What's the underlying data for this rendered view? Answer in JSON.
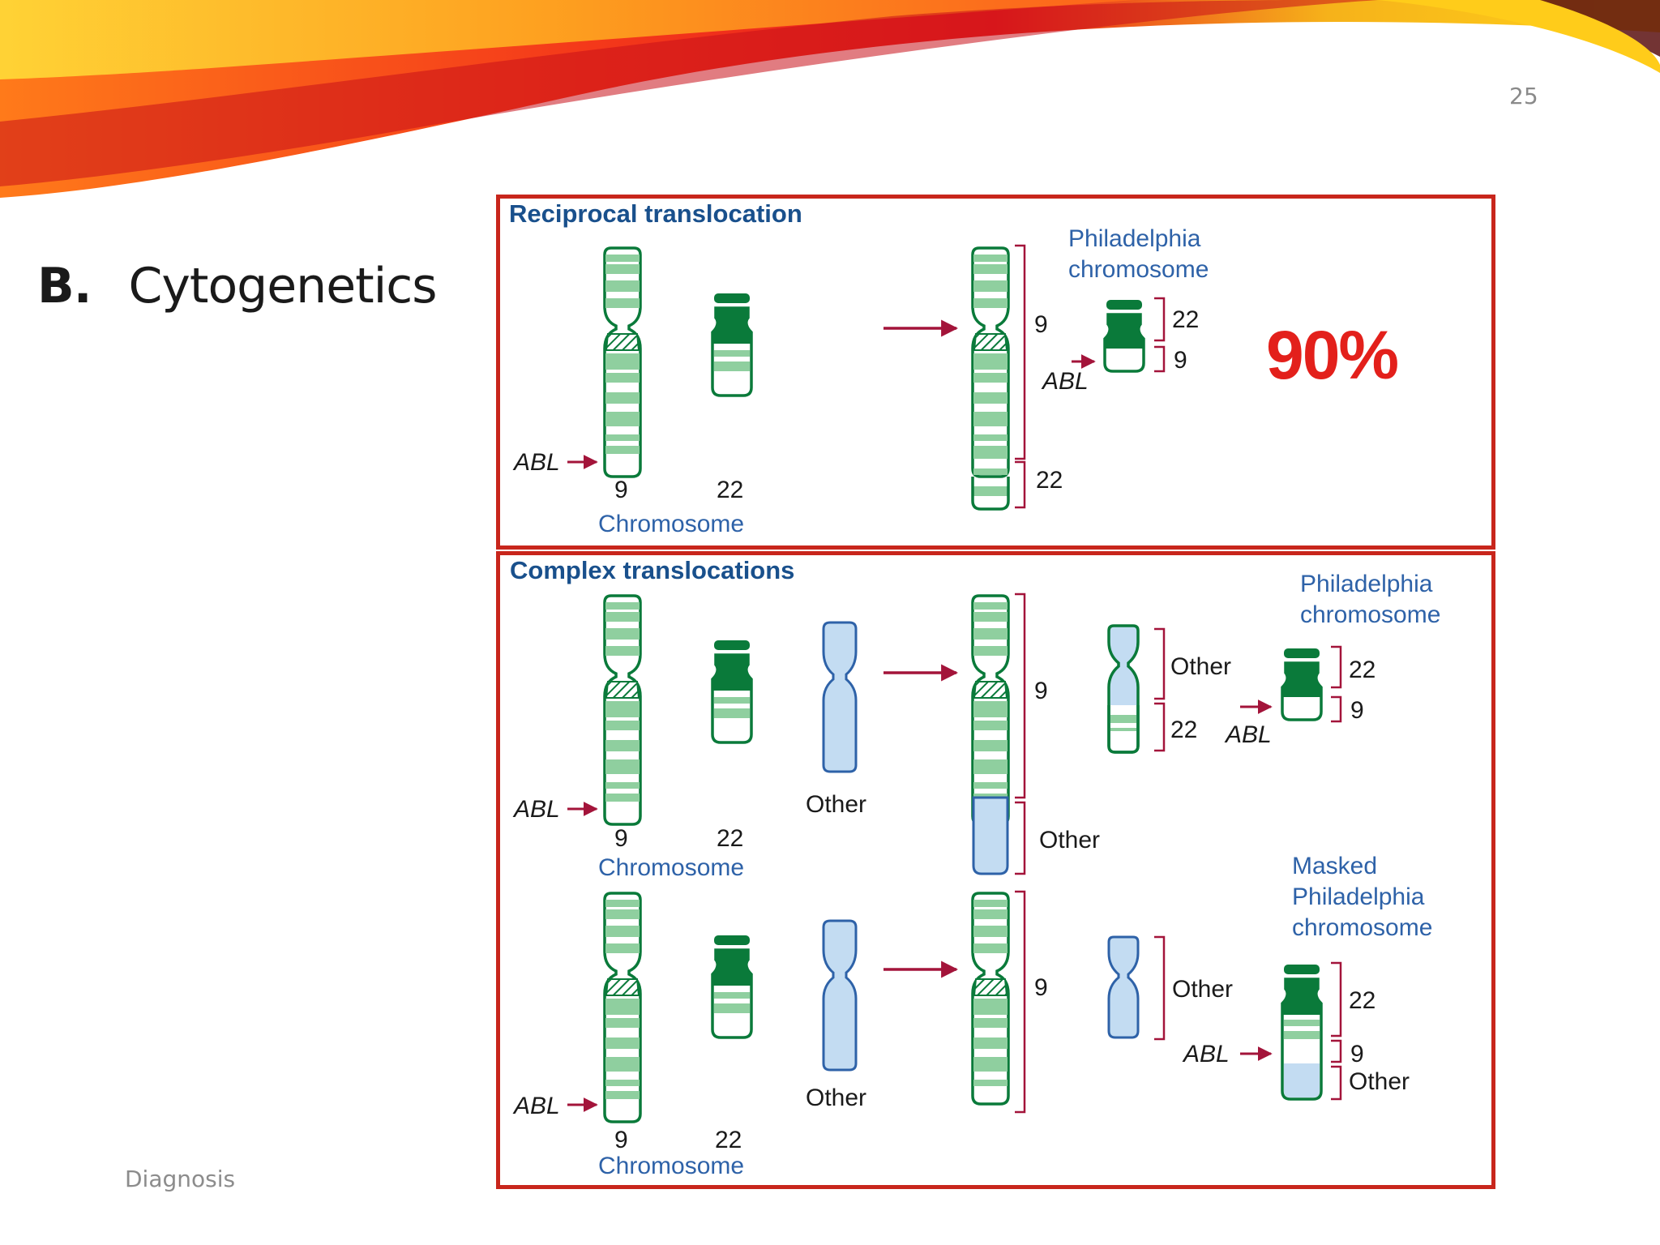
{
  "slide": {
    "page_number": "25",
    "title_number": "B.",
    "title_text": "Cytogenetics",
    "footer": "Diagnosis"
  },
  "panel1": {
    "title": "Reciprocal translocation",
    "chrom9_label": "9",
    "chrom22_label": "22",
    "chromosome_label": "Chromosome",
    "abl_label": "ABL",
    "ph_label_line1": "Philadelphia",
    "ph_label_line2": "chromosome",
    "der9_bracket_9": "9",
    "der9_bracket_22": "22",
    "ph_bracket_22": "22",
    "ph_bracket_9": "9",
    "ph_abl_label": "ABL",
    "percent": "90%"
  },
  "panel2": {
    "title": "Complex translocations",
    "row1": {
      "abl_label": "ABL",
      "chrom9_label": "9",
      "chrom22_label": "22",
      "chromosome_label": "Chromosome",
      "other_label": "Other",
      "der9_bracket_9": "9",
      "der9_bracket_other": "Other",
      "derother_bracket_other": "Other",
      "derother_bracket_22": "22",
      "ph_abl_label": "ABL",
      "ph_label_line1": "Philadelphia",
      "ph_label_line2": "chromosome",
      "ph_bracket_22": "22",
      "ph_bracket_9": "9"
    },
    "row2": {
      "abl_label": "ABL",
      "chrom9_label": "9",
      "chrom22_label": "22",
      "chromosome_label": "Chromosome",
      "other_label": "Other",
      "der9_bracket_9": "9",
      "derother_bracket_other": "Other",
      "masked_label_line1": "Masked",
      "masked_label_line2": "Philadelphia",
      "masked_label_line3": "chromosome",
      "ph_abl_label": "ABL",
      "ph_bracket_22": "22",
      "ph_bracket_9": "9",
      "ph_bracket_other": "Other"
    }
  },
  "colors": {
    "chromosome_green": "#0a7a3a",
    "band_light_green": "#8fcf9f",
    "other_blue": "#c3dcf2",
    "arrow_red": "#a3143a",
    "panel_border": "#c8261c",
    "label_blue": "#2e62a8",
    "percent_red": "#e3201b"
  }
}
